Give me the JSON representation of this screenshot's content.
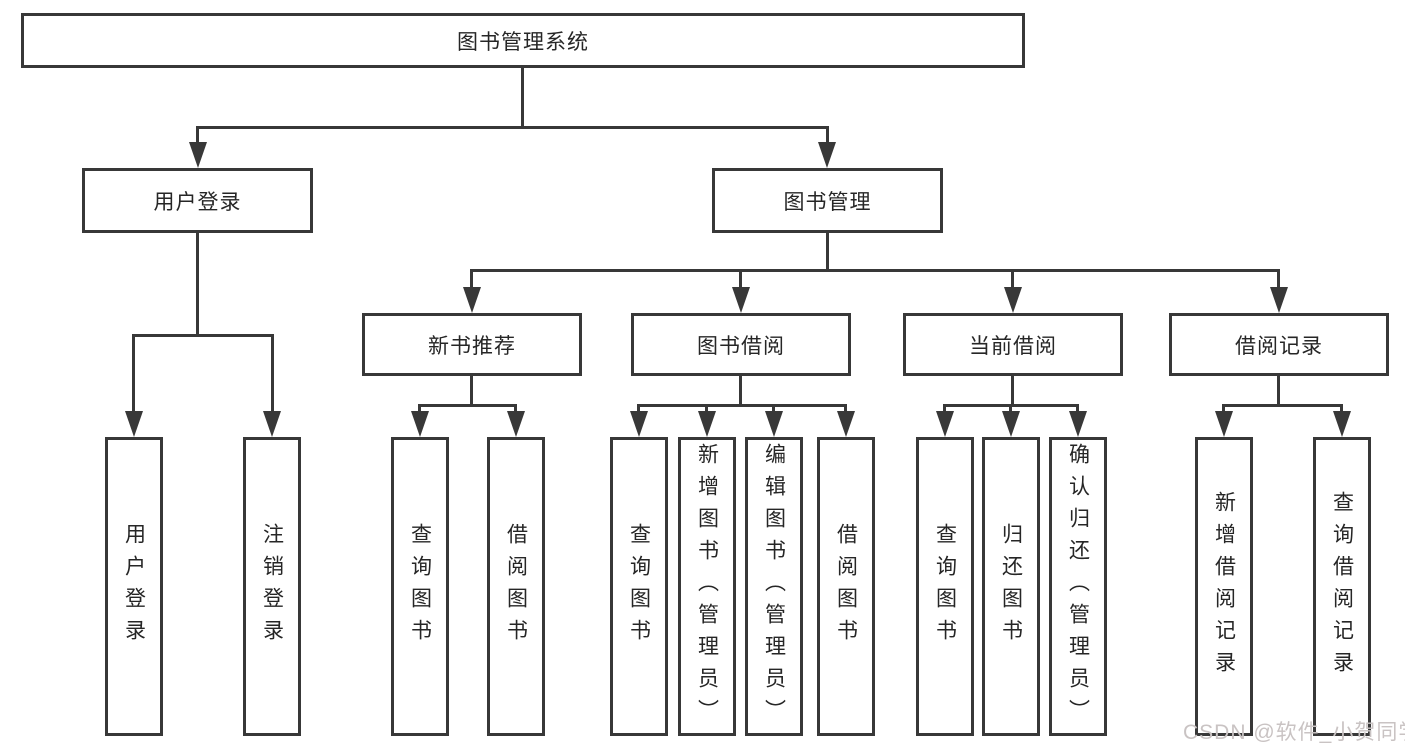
{
  "colors": {
    "line": "#383838",
    "text": "#262626",
    "watermark": "#c9c3c3"
  },
  "watermark": {
    "text": "CSDN @软件_小贺同学"
  },
  "tree": {
    "root": "图书管理系统",
    "branches": [
      {
        "label": "用户登录",
        "children": [
          "用户登录",
          "注销登录"
        ]
      },
      {
        "label": "图书管理",
        "children": [
          {
            "label": "新书推荐",
            "children": [
              "查询图书",
              "借阅图书"
            ]
          },
          {
            "label": "图书借阅",
            "children": [
              "查询图书",
              "新增图书（管理员）",
              "编辑图书（管理员）",
              "借阅图书"
            ]
          },
          {
            "label": "当前借阅",
            "children": [
              "查询图书",
              "归还图书",
              "确认归还（管理员）"
            ]
          },
          {
            "label": "借阅记录",
            "children": [
              "新增借阅记录",
              "查询借阅记录"
            ]
          }
        ]
      }
    ]
  }
}
